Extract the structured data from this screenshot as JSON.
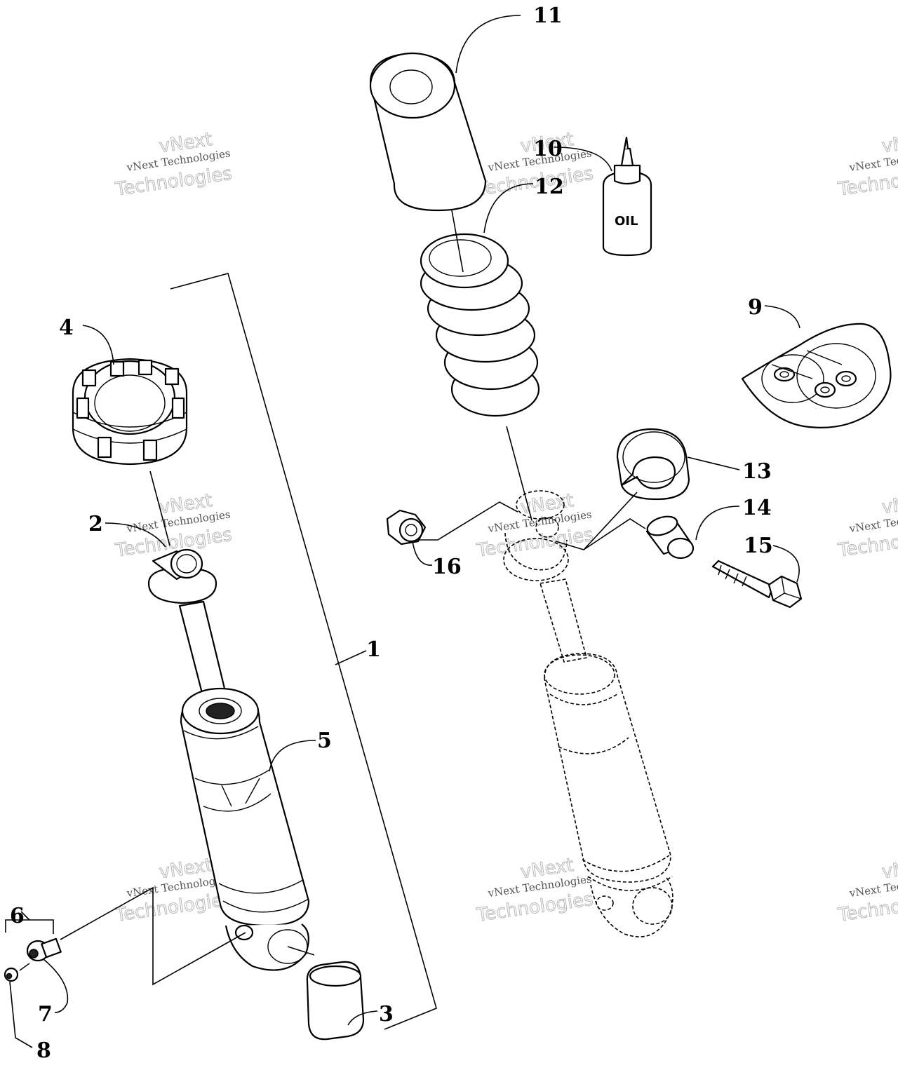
{
  "watermark": {
    "line1": "vNext Technologies",
    "line2": "vNext",
    "line3": "Technologies"
  },
  "callouts": [
    "1",
    "2",
    "3",
    "4",
    "5",
    "6",
    "7",
    "8",
    "9",
    "10",
    "11",
    "12",
    "13",
    "14",
    "15",
    "16"
  ],
  "labels": {
    "oil": "OIL"
  }
}
